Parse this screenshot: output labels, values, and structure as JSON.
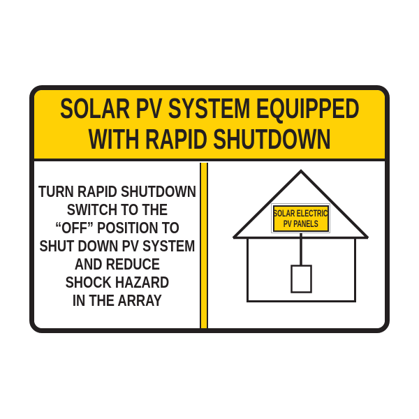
{
  "sign": {
    "header": {
      "line1": "SOLAR PV SYSTEM EQUIPPED",
      "line2": "WITH RAPID SHUTDOWN"
    },
    "instructions": {
      "lines": [
        "TURN RAPID SHUTDOWN",
        "SWITCH TO THE",
        "“OFF” POSITION TO",
        "SHUT DOWN PV SYSTEM",
        "AND REDUCE",
        "SHOCK HAZARD",
        "IN THE ARRAY"
      ]
    },
    "diagram": {
      "pv_label": {
        "line1": "SOLAR ELECTRIC",
        "line2": "PV PANELS"
      }
    }
  },
  "colors": {
    "yellow": "#FFD105",
    "ink": "#231F20",
    "grey": "#A7A9AC",
    "paper": "#FFFFFF"
  }
}
